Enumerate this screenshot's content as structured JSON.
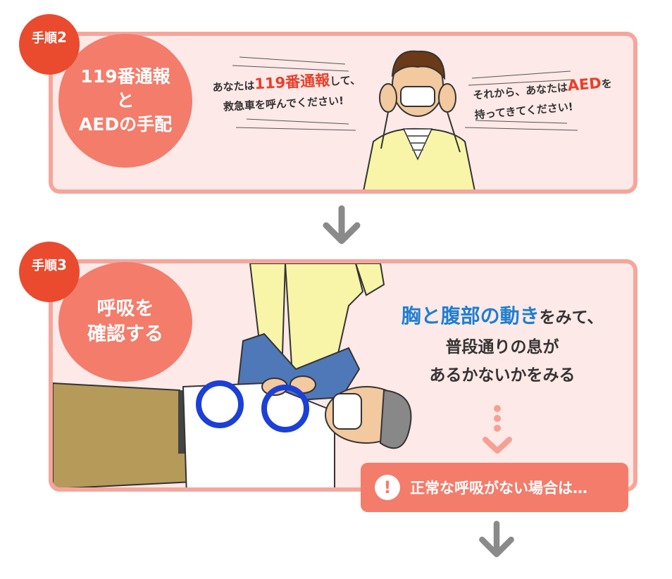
{
  "step2": {
    "badge_label": "手順",
    "badge_number": "2",
    "title": "119番通報\nと\nAEDの手配",
    "speech_left": {
      "pre": "あなたは",
      "highlight": "119番通報",
      "post": "して、",
      "line2": "救急車を呼んでください!"
    },
    "speech_right": {
      "pre": "それから、あなたは",
      "highlight": "AED",
      "post": "を",
      "line2": "持ってきてください!"
    }
  },
  "step3": {
    "badge_label": "手順",
    "badge_number": "3",
    "title": "呼吸を\n確認する",
    "instruction": {
      "highlight": "胸と腹部の動き",
      "post": "をみて、",
      "line2": "普段通りの息が",
      "line3": "あるかないかをみる"
    }
  },
  "alert": {
    "icon": "exclamation-icon",
    "text": "正常な呼吸がない場合は…"
  },
  "colors": {
    "badge": "#ea4a2e",
    "title_circle": "#f37c6b",
    "panel_bg": "#fde9e7",
    "panel_border": "#f5a69c",
    "highlight_red": "#e8402b",
    "highlight_blue": "#1f7fd0",
    "arrow": "#8a8a8a",
    "check_circle": "#1c3fd8"
  }
}
